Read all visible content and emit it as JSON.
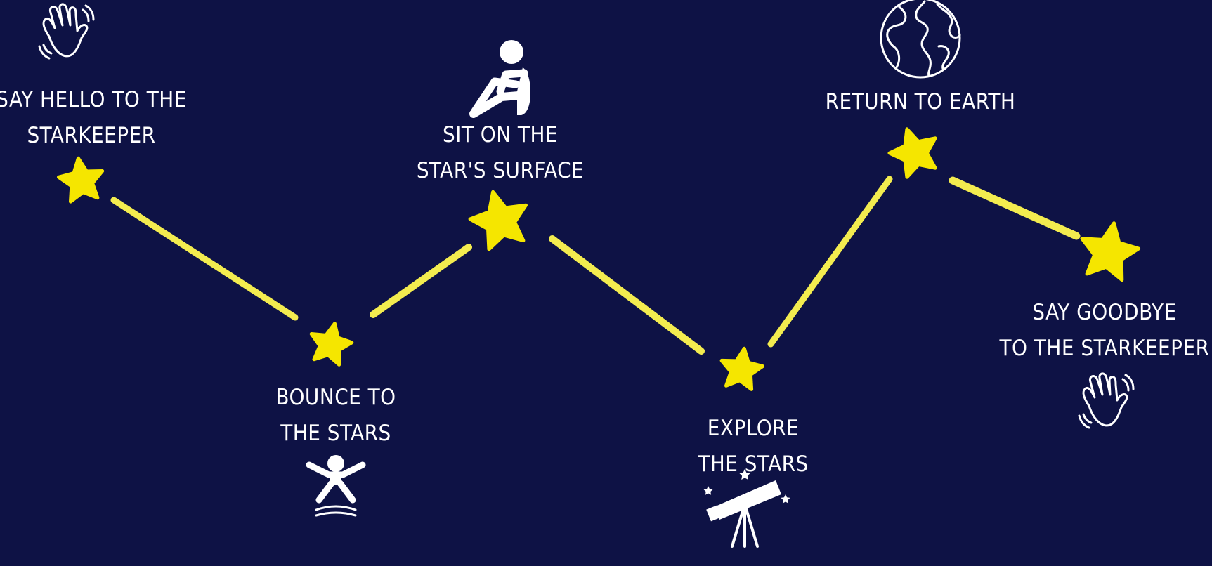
{
  "colors": {
    "background": "#0e1245",
    "star": "#f5e600",
    "path": "#f3ec4f",
    "text": "#ffffff",
    "icon": "#ffffff"
  },
  "steps": [
    {
      "line1": "SAY HELLO TO THE",
      "line2": "STARKEEPER",
      "icon": "waving-hand-icon"
    },
    {
      "line1": "BOUNCE TO",
      "line2": "THE STARS",
      "icon": "jumping-person-icon"
    },
    {
      "line1": "SIT ON THE",
      "line2": "STAR'S SURFACE",
      "icon": "sitting-person-icon"
    },
    {
      "line1": "EXPLORE",
      "line2": "THE STARS",
      "icon": "telescope-icon"
    },
    {
      "line1": "RETURN TO EARTH",
      "line2": "",
      "icon": "globe-icon"
    },
    {
      "line1": "SAY GOODBYE",
      "line2": "TO THE STARKEEPER",
      "icon": "waving-hand-icon"
    }
  ]
}
